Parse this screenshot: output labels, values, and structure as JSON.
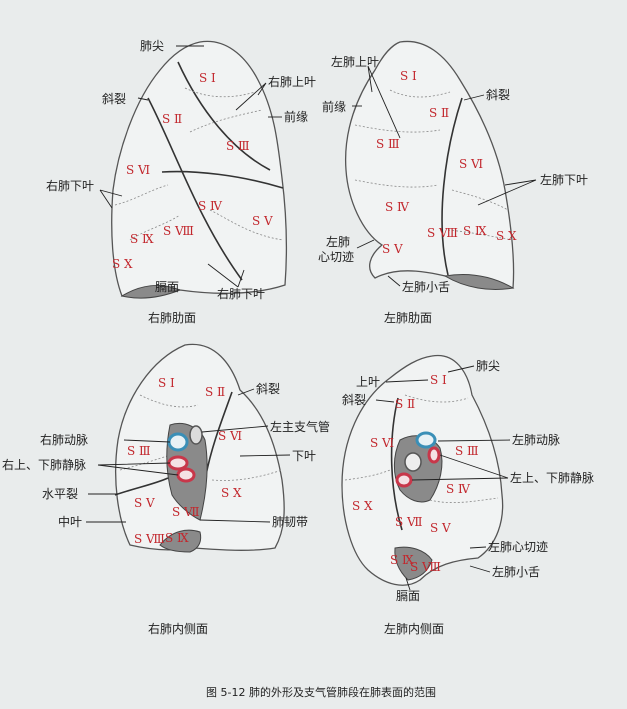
{
  "segments": {
    "s1": "S I",
    "s2": "S Ⅱ",
    "s3": "S Ⅲ",
    "s4": "S Ⅳ",
    "s5": "S Ⅴ",
    "s6": "S Ⅵ",
    "s8": "S Ⅷ",
    "s9": "S Ⅸ",
    "s10": "S X",
    "s7": "S Ⅶ"
  },
  "panel1": {
    "apex": "肺尖",
    "oblique": "斜裂",
    "upper": "右肺上叶",
    "anterior": "前缘",
    "lower_left": "右肺下叶",
    "diaphragm": "膈面",
    "lower_bottom": "右肺下叶",
    "caption": "右肺肋面"
  },
  "panel2": {
    "upper": "左肺上叶",
    "anterior": "前缘",
    "oblique": "斜裂",
    "lower": "左肺下叶",
    "notch": "左肺\n心切迹",
    "lingula": "左肺小舌",
    "caption": "左肺肋面"
  },
  "panel3": {
    "oblique": "斜裂",
    "main_bronchus": "左主支气管",
    "artery": "右肺动脉",
    "veins": "右上、下肺静脉",
    "lower": "下叶",
    "horizontal": "水平裂",
    "middle": "中叶",
    "ligament": "肺韧带",
    "caption": "右肺内侧面"
  },
  "panel4": {
    "apex": "肺尖",
    "upper": "上叶",
    "oblique": "斜裂",
    "artery": "左肺动脉",
    "veins": "左上、下肺静脉",
    "notch": "左肺心切迹",
    "lingula": "左肺小舌",
    "diaphragm": "膈面",
    "caption": "左肺内侧面"
  },
  "figure_caption": "图 5-12  肺的外形及支气管肺段在肺表面的范围",
  "colors": {
    "segment_text": "#c2272d",
    "artery": "#3a8fb7",
    "vein": "#c8374a",
    "background": "#e9ecec"
  }
}
